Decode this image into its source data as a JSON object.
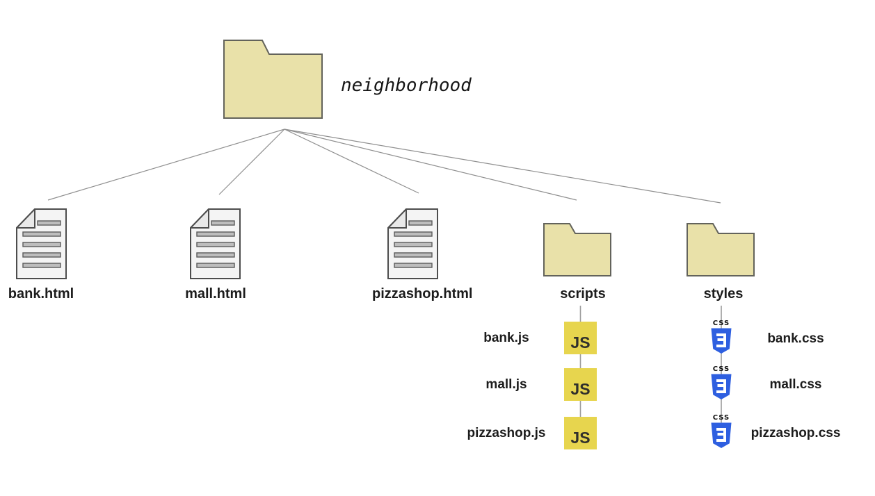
{
  "tree": {
    "root": {
      "label": "neighborhood",
      "type": "folder"
    },
    "children": [
      {
        "label": "bank.html",
        "type": "html-file"
      },
      {
        "label": "mall.html",
        "type": "html-file"
      },
      {
        "label": "pizzashop.html",
        "type": "html-file"
      },
      {
        "label": "scripts",
        "type": "folder"
      },
      {
        "label": "styles",
        "type": "folder"
      }
    ],
    "scripts_files": [
      {
        "label": "bank.js"
      },
      {
        "label": "mall.js"
      },
      {
        "label": "pizzashop.js"
      }
    ],
    "styles_files": [
      {
        "label": "bank.css"
      },
      {
        "label": "mall.css"
      },
      {
        "label": "pizzashop.css"
      }
    ]
  },
  "badges": {
    "js": "JS",
    "css": "CSS"
  },
  "colors": {
    "folder_fill": "#e9e1a9",
    "folder_stroke": "#63635b",
    "document_fill": "#f4f4f4",
    "document_stroke": "#4d4d4d",
    "text_bar_fill": "#bdbdbd",
    "js_yellow": "#e7d54e",
    "js_text": "#30302c",
    "css_blue": "#2e5fe0",
    "connector_gray": "#8f8f8f",
    "label_text": "#1c1c1c",
    "background": "#ffffff"
  }
}
